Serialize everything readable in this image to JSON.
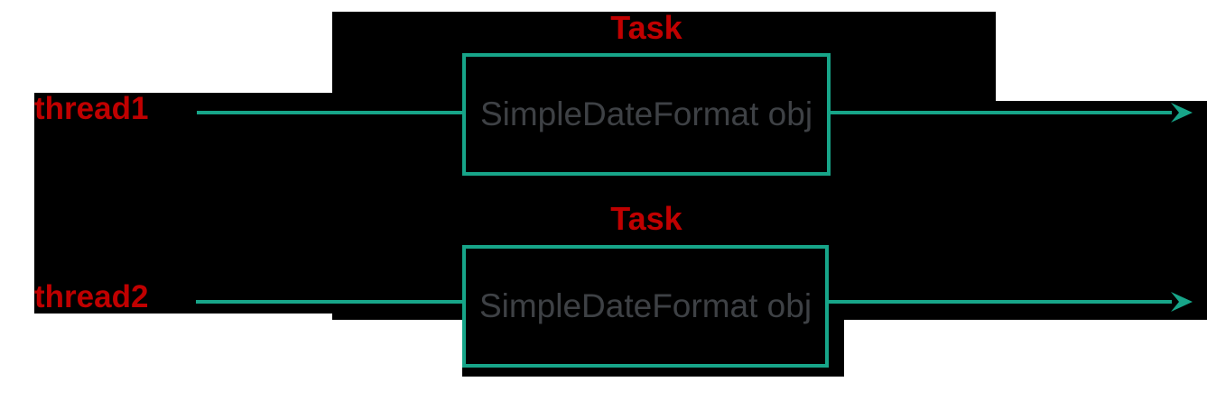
{
  "diagram": {
    "description": "Two threads sharing SimpleDateFormat object tasks",
    "rows": [
      {
        "thread_label": "thread1",
        "task_label": "Task",
        "box_text": "SimpleDateFormat obj"
      },
      {
        "thread_label": "thread2",
        "task_label": "Task",
        "box_text": "SimpleDateFormat obj"
      }
    ]
  },
  "rows": [
    {
      "thread_label": "thread1",
      "task_label": "Task",
      "box_text": "SimpleDateFormat obj"
    },
    {
      "thread_label": "thread2",
      "task_label": "Task",
      "box_text": "SimpleDateFormat obj"
    }
  ],
  "colors": {
    "teal": "#17A589",
    "red": "#C00000",
    "gray": "#3E4145",
    "black": "#000000",
    "white": "#FFFFFF"
  }
}
